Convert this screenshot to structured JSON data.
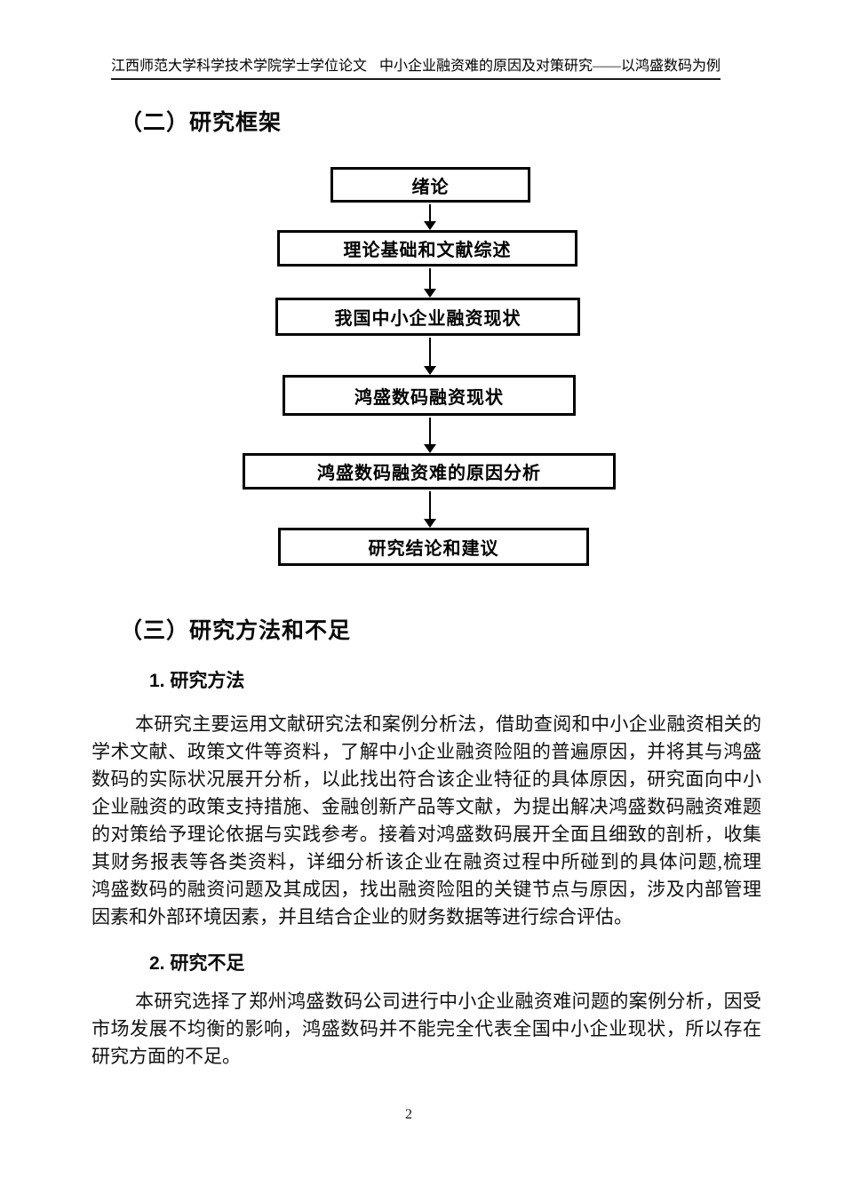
{
  "header": {
    "left": "江西师范大学科学技术学院学士学位论文",
    "right": "中小企业融资难的原因及对策研究——以鸿盛数码为例"
  },
  "sections": {
    "framework": {
      "heading": "（二）研究框架"
    },
    "methods": {
      "heading": "（三）研究方法和不足",
      "sub1": "1. 研究方法",
      "para1_lines": [
        "本研究主要运用文献研究法和案例分析法，借助查阅和中小企业融资相关的",
        "学术文献、政策文件等资料，了解中小企业融资险阻的普遍原因，并将其与鸿盛",
        "数码的实际状况展开分析，以此找出符合该企业特征的具体原因，研究面向中小",
        "企业融资的政策支持措施、金融创新产品等文献，为提出解决鸿盛数码融资难题",
        "的对策给予理论依据与实践参考。接着对鸿盛数码展开全面且细致的剖析，收集",
        "其财务报表等各类资料，详细分析该企业在融资过程中所碰到的具体问题,梳理",
        "鸿盛数码的融资问题及其成因，找出融资险阻的关键节点与原因，涉及内部管理",
        "因素和外部环境因素，并且结合企业的财务数据等进行综合评估。"
      ],
      "sub2": "2. 研究不足",
      "para2_lines": [
        "本研究选择了郑州鸿盛数码公司进行中小企业融资难问题的案例分析，因受",
        "市场发展不均衡的影响，鸿盛数码并不能完全代表全国中小企业现状，所以存在",
        "研究方面的不足。"
      ]
    }
  },
  "flowchart": {
    "boxes": [
      "绪论",
      "理论基础和文献综述",
      "我国中小企业融资现状",
      "鸿盛数码融资现状",
      "鸿盛数码融资难的原因分析",
      "研究结论和建议"
    ]
  },
  "footer": {
    "page_number": "2"
  }
}
